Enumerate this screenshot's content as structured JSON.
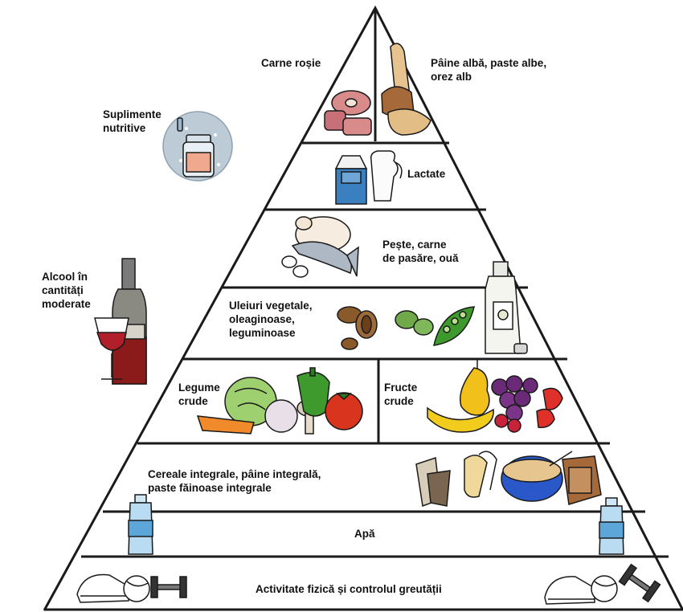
{
  "pyramid": {
    "tiers": [
      {
        "id": "top-left",
        "label": "Carne roșie",
        "icon": "red-meat-icon"
      },
      {
        "id": "top-right",
        "label": "Pâine albă, paste albe,\norez alb",
        "icon": "white-bread-icon"
      },
      {
        "id": "dairy",
        "label": "Lactate",
        "icon": "milk-carton-icon"
      },
      {
        "id": "fish-poultry",
        "label": "Pește, carne\nde pasăre, ouă",
        "icon": "fish-poultry-eggs-icon"
      },
      {
        "id": "oils-nuts",
        "label": "Uleiuri vegetale,\noleaginoase,\nleguminoase",
        "icon": "nuts-legumes-icon"
      },
      {
        "id": "vegetables",
        "label": "Legume\ncrude",
        "icon": "vegetables-icon"
      },
      {
        "id": "fruits",
        "label": "Fructe\ncrude",
        "icon": "fruits-icon"
      },
      {
        "id": "grains",
        "label": "Cereale integrale, pâine integrală,\npaste făinoase integrale",
        "icon": "whole-grains-icon"
      },
      {
        "id": "water",
        "label": "Apă",
        "icon": "water-bottle-icon"
      },
      {
        "id": "activity",
        "label": "Activitate fizică și controlul greutății",
        "icon": "sneaker-dumbbell-icon"
      }
    ]
  },
  "side_items": {
    "supplements": {
      "label": "Suplimente\nnutritive",
      "icon": "supplement-jar-icon"
    },
    "alcohol": {
      "label": "Alcool în\ncantități\nmoderate",
      "icon": "wine-bottle-glass-icon"
    },
    "oil_bottle": {
      "icon": "olive-oil-bottle-icon"
    }
  },
  "colors": {
    "line": "#1a1a1a",
    "wine": "#8b1a1a",
    "milk_blue": "#3a7fc0",
    "water_blue": "#5da6d9",
    "pepper_green": "#3e9a2c",
    "tomato_red": "#d9341e",
    "banana_yellow": "#f2cc1d",
    "grape_purple": "#6a2a78",
    "bread_brown": "#a5693a",
    "meat_pink": "#d98a8a",
    "bowl_blue": "#2a58c9"
  }
}
